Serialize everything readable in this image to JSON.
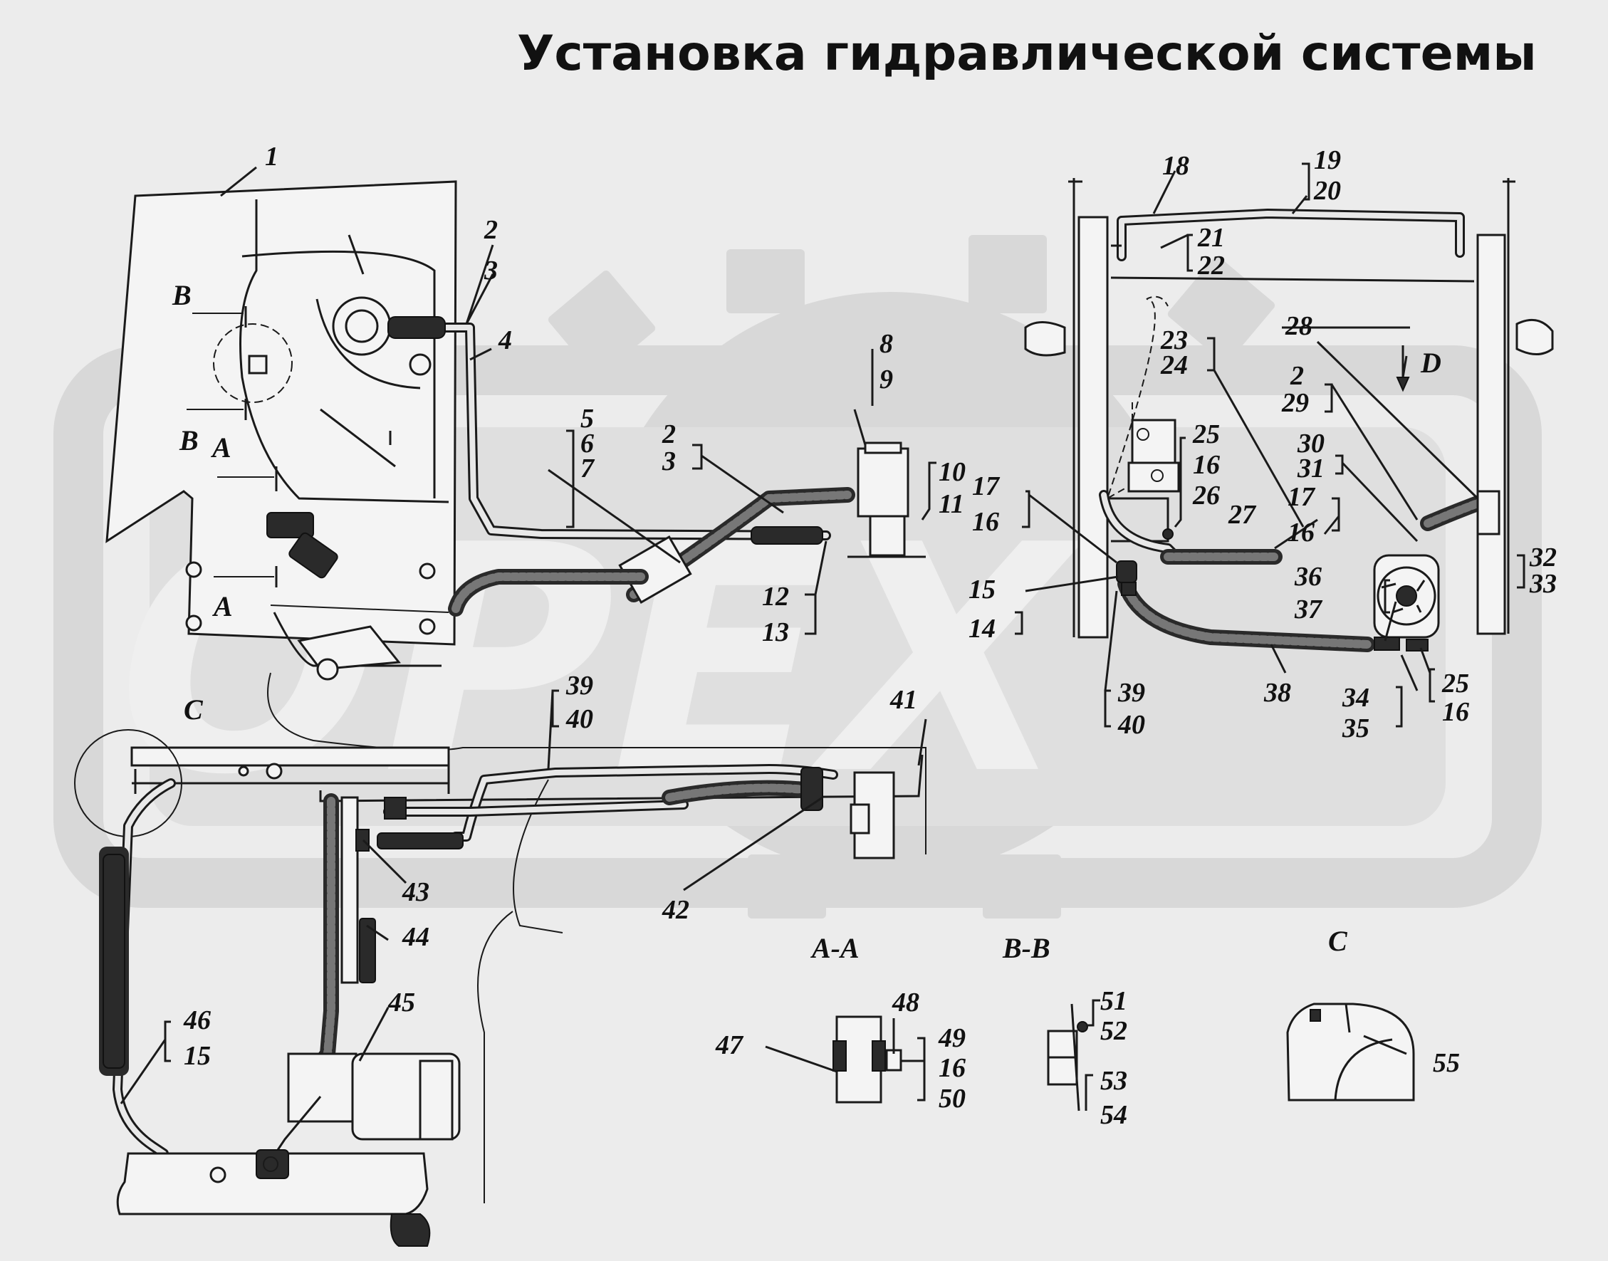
{
  "title": "Установка гидравлической системы",
  "watermark": {
    "text": "OPEX",
    "color": "#d4d4d4"
  },
  "colors": {
    "background": "#ececec",
    "ink": "#1a1a1a",
    "watermark": "#d4d4d4"
  },
  "callouts": {
    "c1": "1",
    "c2a": "2",
    "c3a": "3",
    "c4": "4",
    "c5": "5",
    "c6": "6",
    "c7": "7",
    "c2b": "2",
    "c3b": "3",
    "c8": "8",
    "c9": "9",
    "c10": "10",
    "c11": "11",
    "c12": "12",
    "c13": "13",
    "c17a": "17",
    "c16a": "16",
    "c15a": "15",
    "c14": "14",
    "c18": "18",
    "c19": "19",
    "c20": "20",
    "c21": "21",
    "c22": "22",
    "c23": "23",
    "c24": "24",
    "c28": "28",
    "c25a": "25",
    "c16b": "16",
    "c26": "26",
    "c27": "27",
    "c2c": "2",
    "c29": "29",
    "c30": "30",
    "c31": "31",
    "c17b": "17",
    "c16c": "16",
    "c36": "36",
    "c37": "37",
    "c32": "32",
    "c33": "33",
    "c38": "38",
    "c39a": "39",
    "c40a": "40",
    "c34": "34",
    "c35": "35",
    "c25b": "25",
    "c16d": "16",
    "c39b": "39",
    "c40b": "40",
    "c41": "41",
    "c42": "42",
    "c43": "43",
    "c44": "44",
    "c45": "45",
    "c46": "46",
    "c15b": "15",
    "c47": "47",
    "c48": "48",
    "c49": "49",
    "c16e": "16",
    "c50": "50",
    "c51": "51",
    "c52": "52",
    "c53": "53",
    "c54": "54",
    "c55": "55"
  },
  "view_marks": {
    "b_upper": "B",
    "b_lower": "B",
    "a_upper": "A",
    "a_lower": "A",
    "d": "D",
    "c": "C"
  },
  "section_titles": {
    "aa": "A-A",
    "bb": "B-B",
    "c": "C"
  }
}
